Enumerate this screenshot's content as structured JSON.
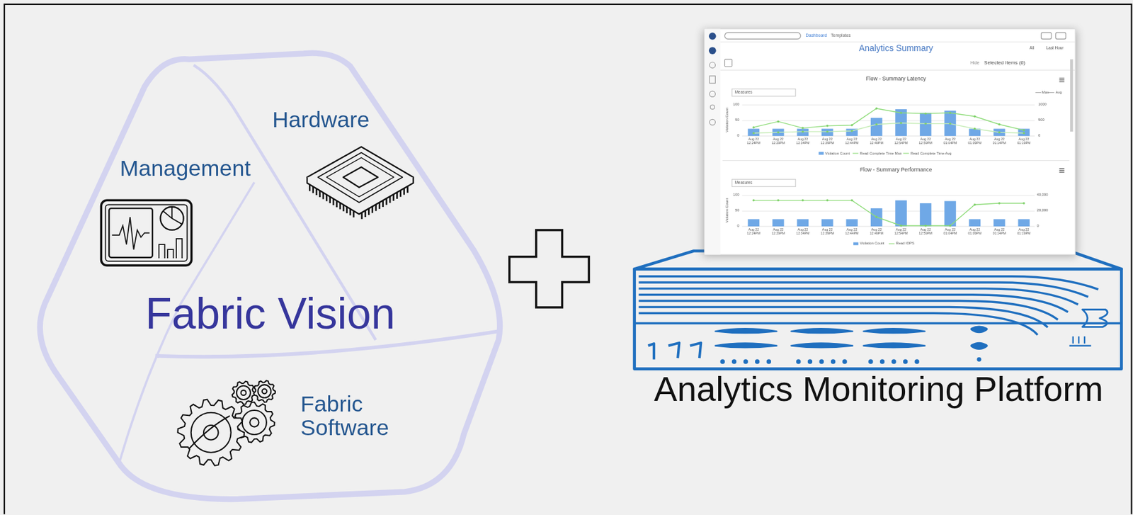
{
  "diagram": {
    "labels": [
      "Management",
      "Hardware",
      "Fabric Vision",
      "Fabric Software",
      "Analytics Monitoring Platform",
      "Dashboard",
      "Templates",
      "Analytics Summary",
      "All",
      "Last Hour",
      "Hide",
      "Selected Items (0)",
      "Flow - Summary Latency",
      "Measures",
      "Max",
      "Avg",
      "100",
      "50",
      "0",
      "1000",
      "500",
      "0",
      "Violation Count",
      "Violation Count",
      "Read Complete Time Max",
      "Read Complete Time Avg",
      "Flow - Summary Performance",
      "Measures",
      "100",
      "50",
      "0",
      "40,000",
      "20,000",
      "0",
      "Violation Count",
      "Violation Count",
      "Read IOPS",
      "Aug 22 12:24PM",
      "Aug 22 12:29PM",
      "Aug 22 12:34PM",
      "Aug 22 12:39PM",
      "Aug 22 12:44PM",
      "Aug 22 12:49PM",
      "Aug 22 12:54PM",
      "Aug 22 12:59PM",
      "Aug 22 01:04PM",
      "Aug 22 01:09PM",
      "Aug 22 01:14PM",
      "Aug 22 01:19PM",
      "Aug 22 12:24PM",
      "Aug 22 12:29PM",
      "Aug 22 12:34PM",
      "Aug 22 12:39PM",
      "Aug 22 12:44PM",
      "Aug 22 12:49PM",
      "Aug 22 12:54PM",
      "Aug 22 12:59PM",
      "Aug 22 01:04PM",
      "Aug 22 01:09PM",
      "Aug 22 01:14PM",
      "Aug 22 01:19PM"
    ]
  }
}
